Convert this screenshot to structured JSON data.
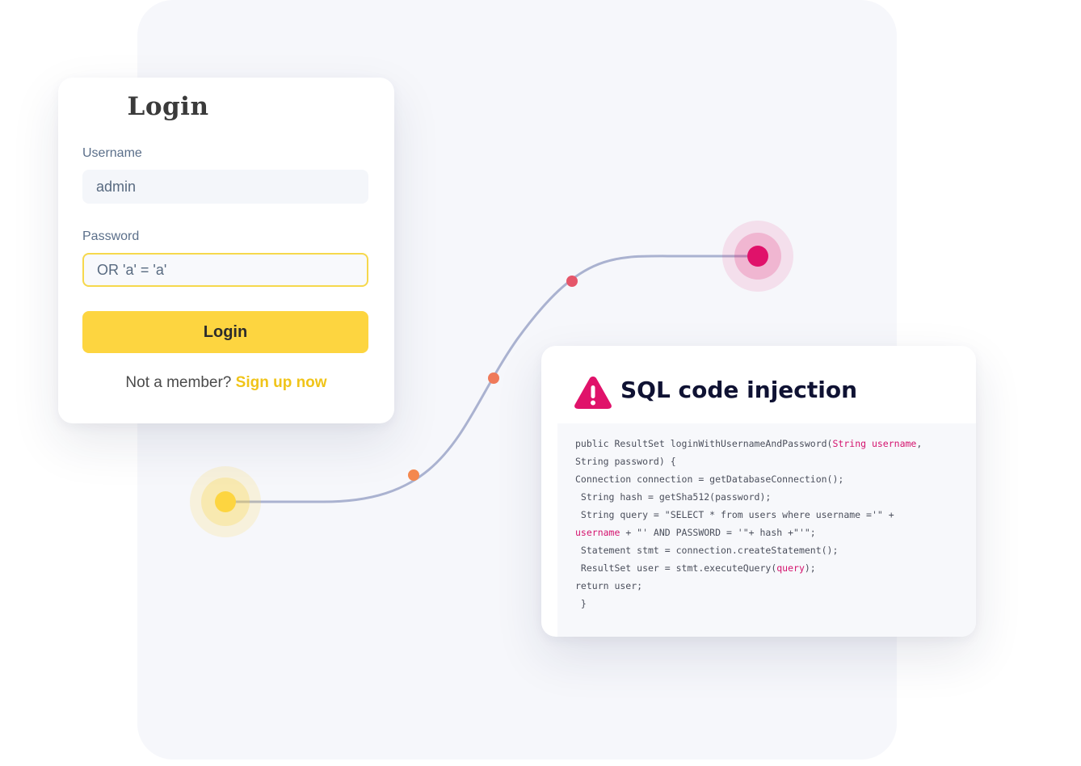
{
  "login_form": {
    "title": "Login",
    "username_label": "Username",
    "username_value": "admin",
    "password_label": "Password",
    "password_value": "OR 'a' = 'a'",
    "submit_label": "Login",
    "signup_prompt": "Not a member?",
    "signup_link": "Sign up now"
  },
  "injection_panel": {
    "title": "SQL code injection",
    "icon": "warning-triangle-icon",
    "code_lines": [
      {
        "pre": "public ResultSet loginWithUsernameAndPassword(",
        "hl": "String username",
        "post": ","
      },
      {
        "pre": "String password) {",
        "hl": "",
        "post": ""
      },
      {
        "pre": "Connection connection = getDatabaseConnection();",
        "hl": "",
        "post": ""
      },
      {
        "pre": " String hash = getSha512(password);",
        "hl": "",
        "post": ""
      },
      {
        "pre": " String query = \"SELECT * from users where username ='\" +",
        "hl": "",
        "post": ""
      },
      {
        "pre": "",
        "hl": "username",
        "post": " + \"' AND PASSWORD = '\"+ hash +\"'\";"
      },
      {
        "pre": " Statement stmt = connection.createStatement();",
        "hl": "",
        "post": ""
      },
      {
        "pre": " ResultSet user = stmt.executeQuery(",
        "hl": "query",
        "post": ");"
      },
      {
        "pre": "return user;",
        "hl": "",
        "post": ""
      },
      {
        "pre": " }",
        "hl": "",
        "post": ""
      }
    ]
  },
  "colors": {
    "accent_yellow": "#fdd540",
    "link_yellow": "#f0c419",
    "danger_pink": "#e0126a",
    "flow_line": "#aab2d0",
    "midpoint_orange": "#f08050",
    "midpoint_red": "#e5566a",
    "panel_bg": "#f6f7fb",
    "title_navy": "#0f1233"
  }
}
